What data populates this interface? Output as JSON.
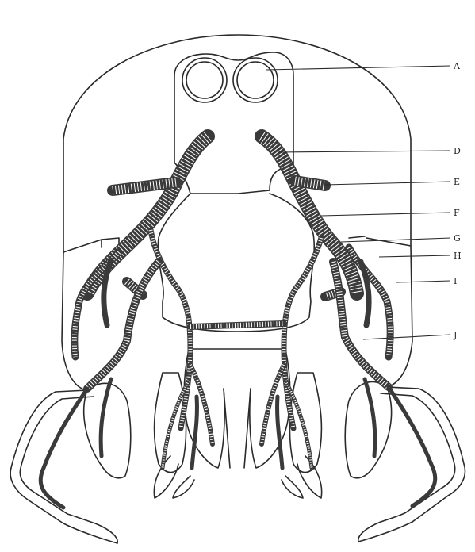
{
  "labels": [
    {
      "id": "A",
      "text": "A"
    },
    {
      "id": "D",
      "text": "D"
    },
    {
      "id": "E",
      "text": "E"
    },
    {
      "id": "F",
      "text": "F"
    },
    {
      "id": "G",
      "text": "G"
    },
    {
      "id": "H",
      "text": "H"
    },
    {
      "id": "I",
      "text": "I"
    },
    {
      "id": "J",
      "text": "J"
    }
  ],
  "colors": {
    "ink": "#2a2a2a",
    "paper": "#ffffff"
  }
}
